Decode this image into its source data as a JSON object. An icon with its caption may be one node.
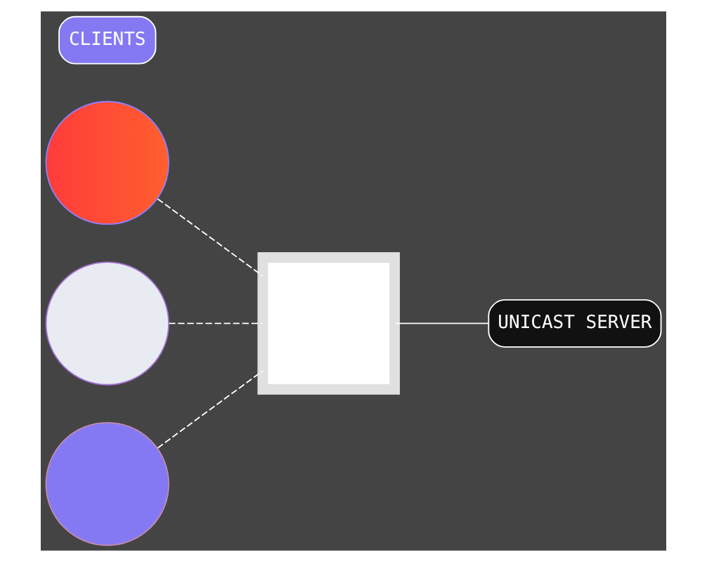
{
  "diagram": {
    "nodes": [
      {
        "text": [],
        "shape": "circle"
      },
      {
        "text": [],
        "shape": "circle"
      },
      {
        "text": [
          "CLIENTS"
        ]
      },
      {
        "text": [],
        "shape": "circle"
      },
      {
        "text": [],
        "shape": "box"
      },
      {
        "text": [
          "UNICAST SERVER"
        ]
      }
    ],
    "edges": [
      {
        "from": 0,
        "to": 4,
        "arrow": "none",
        "style": "dashed"
      },
      {
        "from": 1,
        "to": 4,
        "arrow": "none",
        "style": "dashed"
      },
      {
        "from": 3,
        "to": 4,
        "arrow": "none",
        "style": "dashed"
      },
      {
        "from": 4,
        "to": 5,
        "arrow": "none"
      }
    ]
  }
}
